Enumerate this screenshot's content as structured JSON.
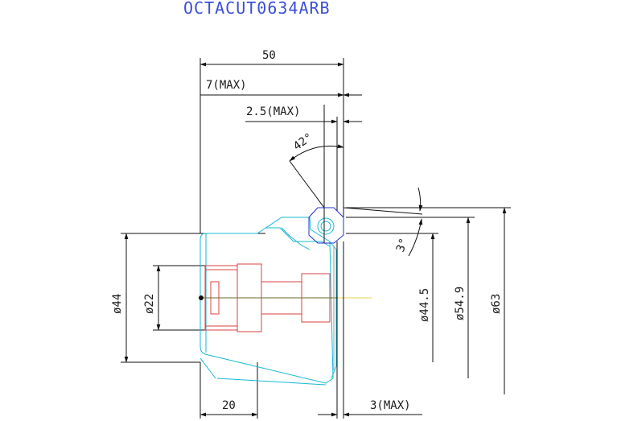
{
  "title": "OCTACUT0634ARB",
  "colors": {
    "title": "#3b4fd8",
    "body_outline": "#17b8d6",
    "shank": "#d94040",
    "insert": "#2233cc",
    "centerline": "#e8d24a",
    "dimension": "#111111"
  },
  "dimensions": {
    "overall_length": "50",
    "max_7": "7(MAX)",
    "max_2_5": "2.5(MAX)",
    "angle_42": "42°",
    "angle_3": "3°",
    "dia_44": "ø44",
    "dia_22": "ø22",
    "dia_44_5": "ø44.5",
    "dia_54_9": "ø54.9",
    "dia_63": "ø63",
    "len_20": "20",
    "max_3": "3(MAX)"
  }
}
